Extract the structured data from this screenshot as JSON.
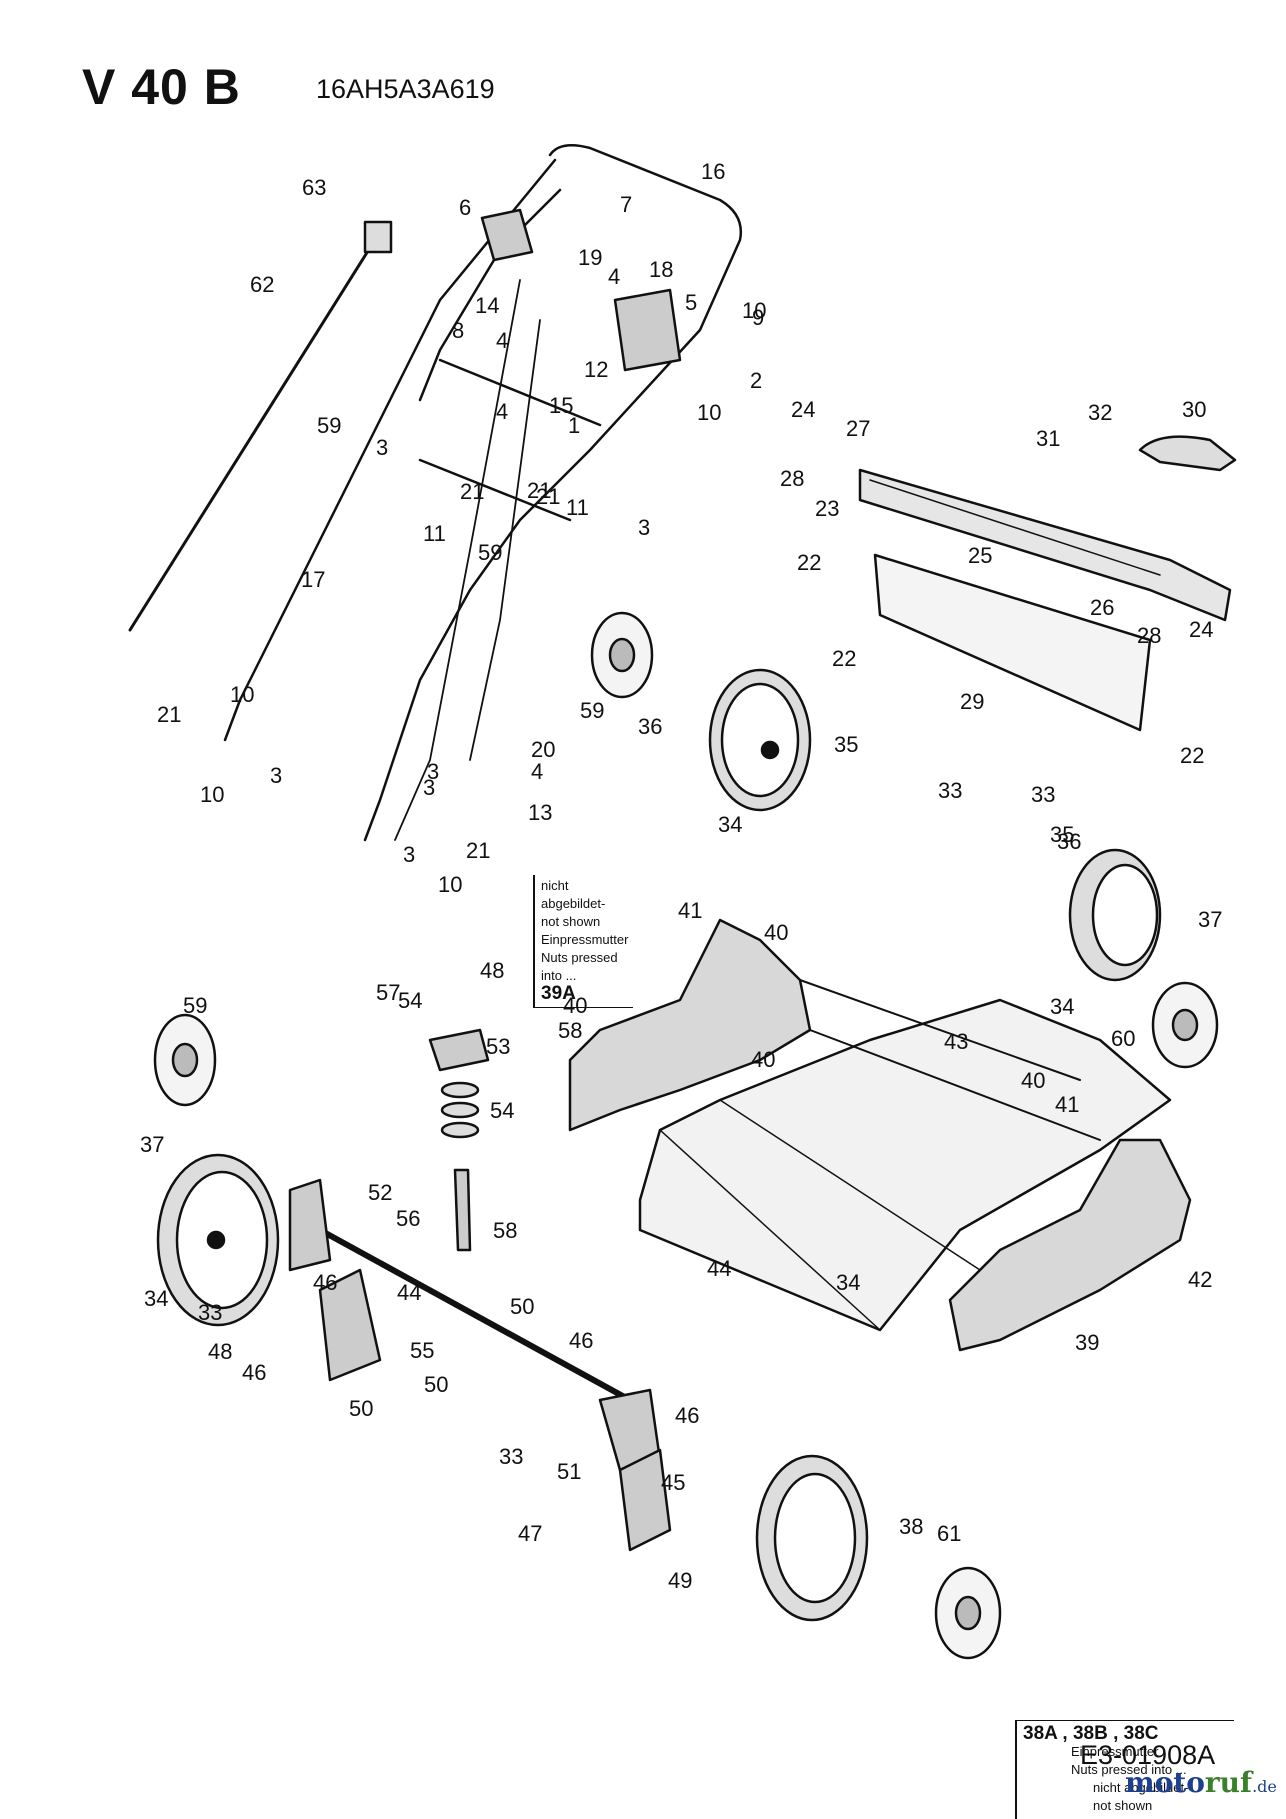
{
  "header": {
    "model": "V 40 B",
    "part_number": "16AH5A3A619"
  },
  "notes": {
    "note_39a": {
      "line1": "nicht abgebildet-",
      "line2": "not shown",
      "line3": "Einpressmutter",
      "line4": "Nuts pressed into ...",
      "ref": "39A"
    },
    "note_38": {
      "ref": "38A , 38B , 38C",
      "line1": "Einpressmutter",
      "line2": "Nuts pressed into ...",
      "line3": "nicht abgebildet-",
      "line4": "not shown"
    }
  },
  "footer": {
    "drawing_number": "E3-01908A",
    "watermark_part1": "moto",
    "watermark_part2": "ruf",
    "watermark_tld": ".de"
  },
  "callouts": [
    "1",
    "2",
    "3",
    "3",
    "3",
    "3",
    "3",
    "3",
    "4",
    "4",
    "4",
    "4",
    "5",
    "6",
    "7",
    "8",
    "9",
    "10",
    "10",
    "10",
    "10",
    "10",
    "11",
    "11",
    "12",
    "13",
    "14",
    "15",
    "16",
    "17",
    "18",
    "19",
    "20",
    "21",
    "21",
    "21",
    "21",
    "21",
    "22",
    "22",
    "22",
    "23",
    "24",
    "24",
    "25",
    "26",
    "27",
    "28",
    "28",
    "29",
    "30",
    "31",
    "32",
    "33",
    "33",
    "33",
    "33",
    "34",
    "34",
    "34",
    "34",
    "35",
    "35",
    "36",
    "36",
    "37",
    "37",
    "38",
    "39",
    "40",
    "40",
    "40",
    "40",
    "41",
    "41",
    "42",
    "43",
    "44",
    "44",
    "45",
    "46",
    "46",
    "46",
    "46",
    "47",
    "48",
    "48",
    "49",
    "50",
    "50",
    "50",
    "51",
    "52",
    "53",
    "54",
    "54",
    "55",
    "56",
    "57",
    "58",
    "58",
    "59",
    "59",
    "59",
    "59",
    "60",
    "61",
    "62",
    "63"
  ]
}
